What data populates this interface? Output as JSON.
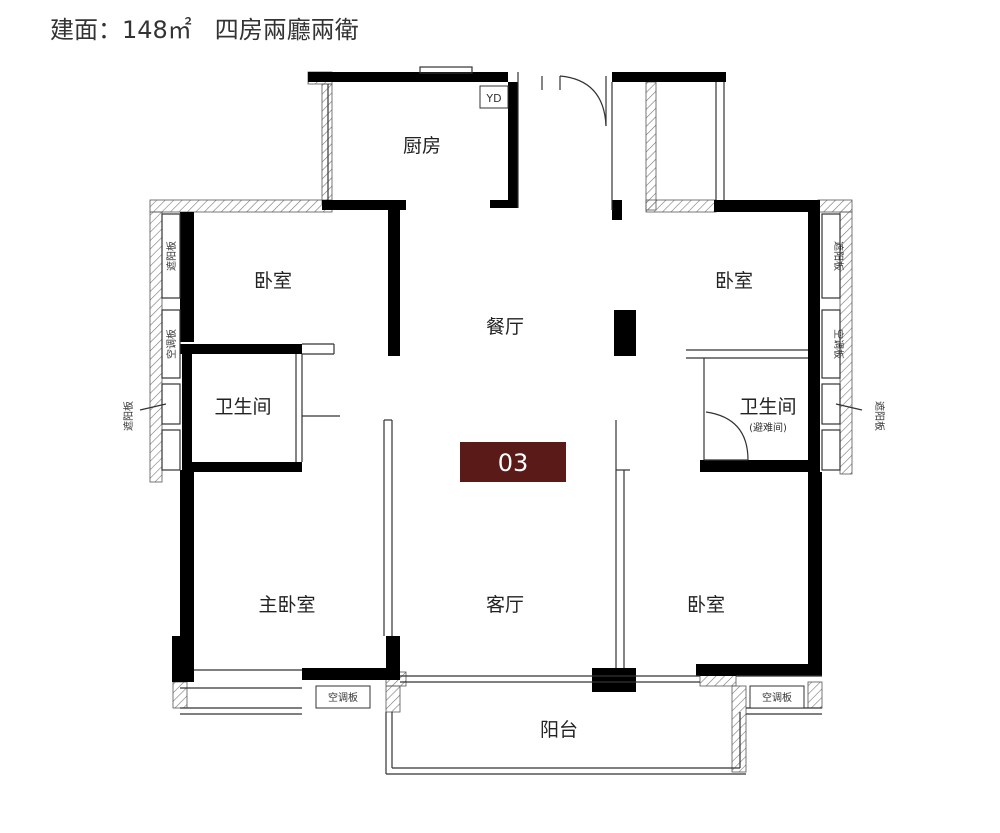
{
  "header": {
    "area": "建面：148㎡",
    "layout": "四房兩廳兩衛"
  },
  "rooms": {
    "kitchen": "厨房",
    "dining": "餐厅",
    "living": "客厅",
    "master_bedroom": "主卧室",
    "bedroom_top_left": "卧室",
    "bedroom_top_right": "卧室",
    "bedroom_bottom_right": "卧室",
    "bathroom_left": "卫生间",
    "bathroom_right": "卫生间",
    "bathroom_right_note": "(避难间)",
    "balcony": "阳台"
  },
  "labels": {
    "unit_badge": "03",
    "yd": "YD",
    "ac_panel": "空调板",
    "sunshade": "遮阳板"
  },
  "colors": {
    "wall": "#000000",
    "badge": "#5a1a18",
    "hatch": "#777777"
  }
}
